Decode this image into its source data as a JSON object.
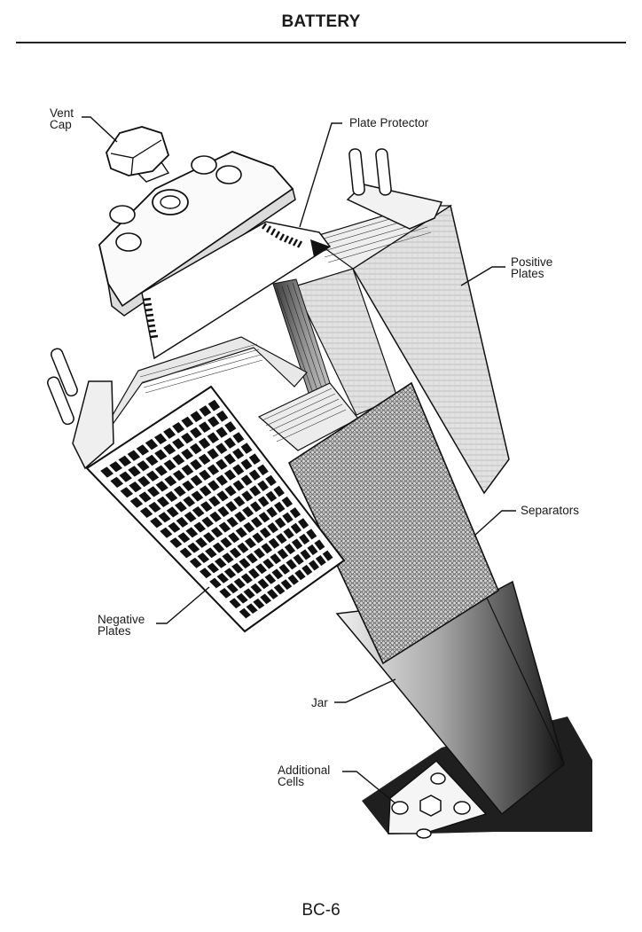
{
  "header": {
    "title": "BATTERY"
  },
  "labels": {
    "vent_cap": [
      "Vent",
      "Cap"
    ],
    "plate_protector": "Plate Protector",
    "positive_plates": [
      "Positive",
      "Plates"
    ],
    "separators": "Separators",
    "negative_plates": [
      "Negative",
      "Plates"
    ],
    "jar": "Jar",
    "additional_cells": [
      "Additional",
      "Cells"
    ]
  },
  "footer": {
    "page_number": "BC-6"
  }
}
